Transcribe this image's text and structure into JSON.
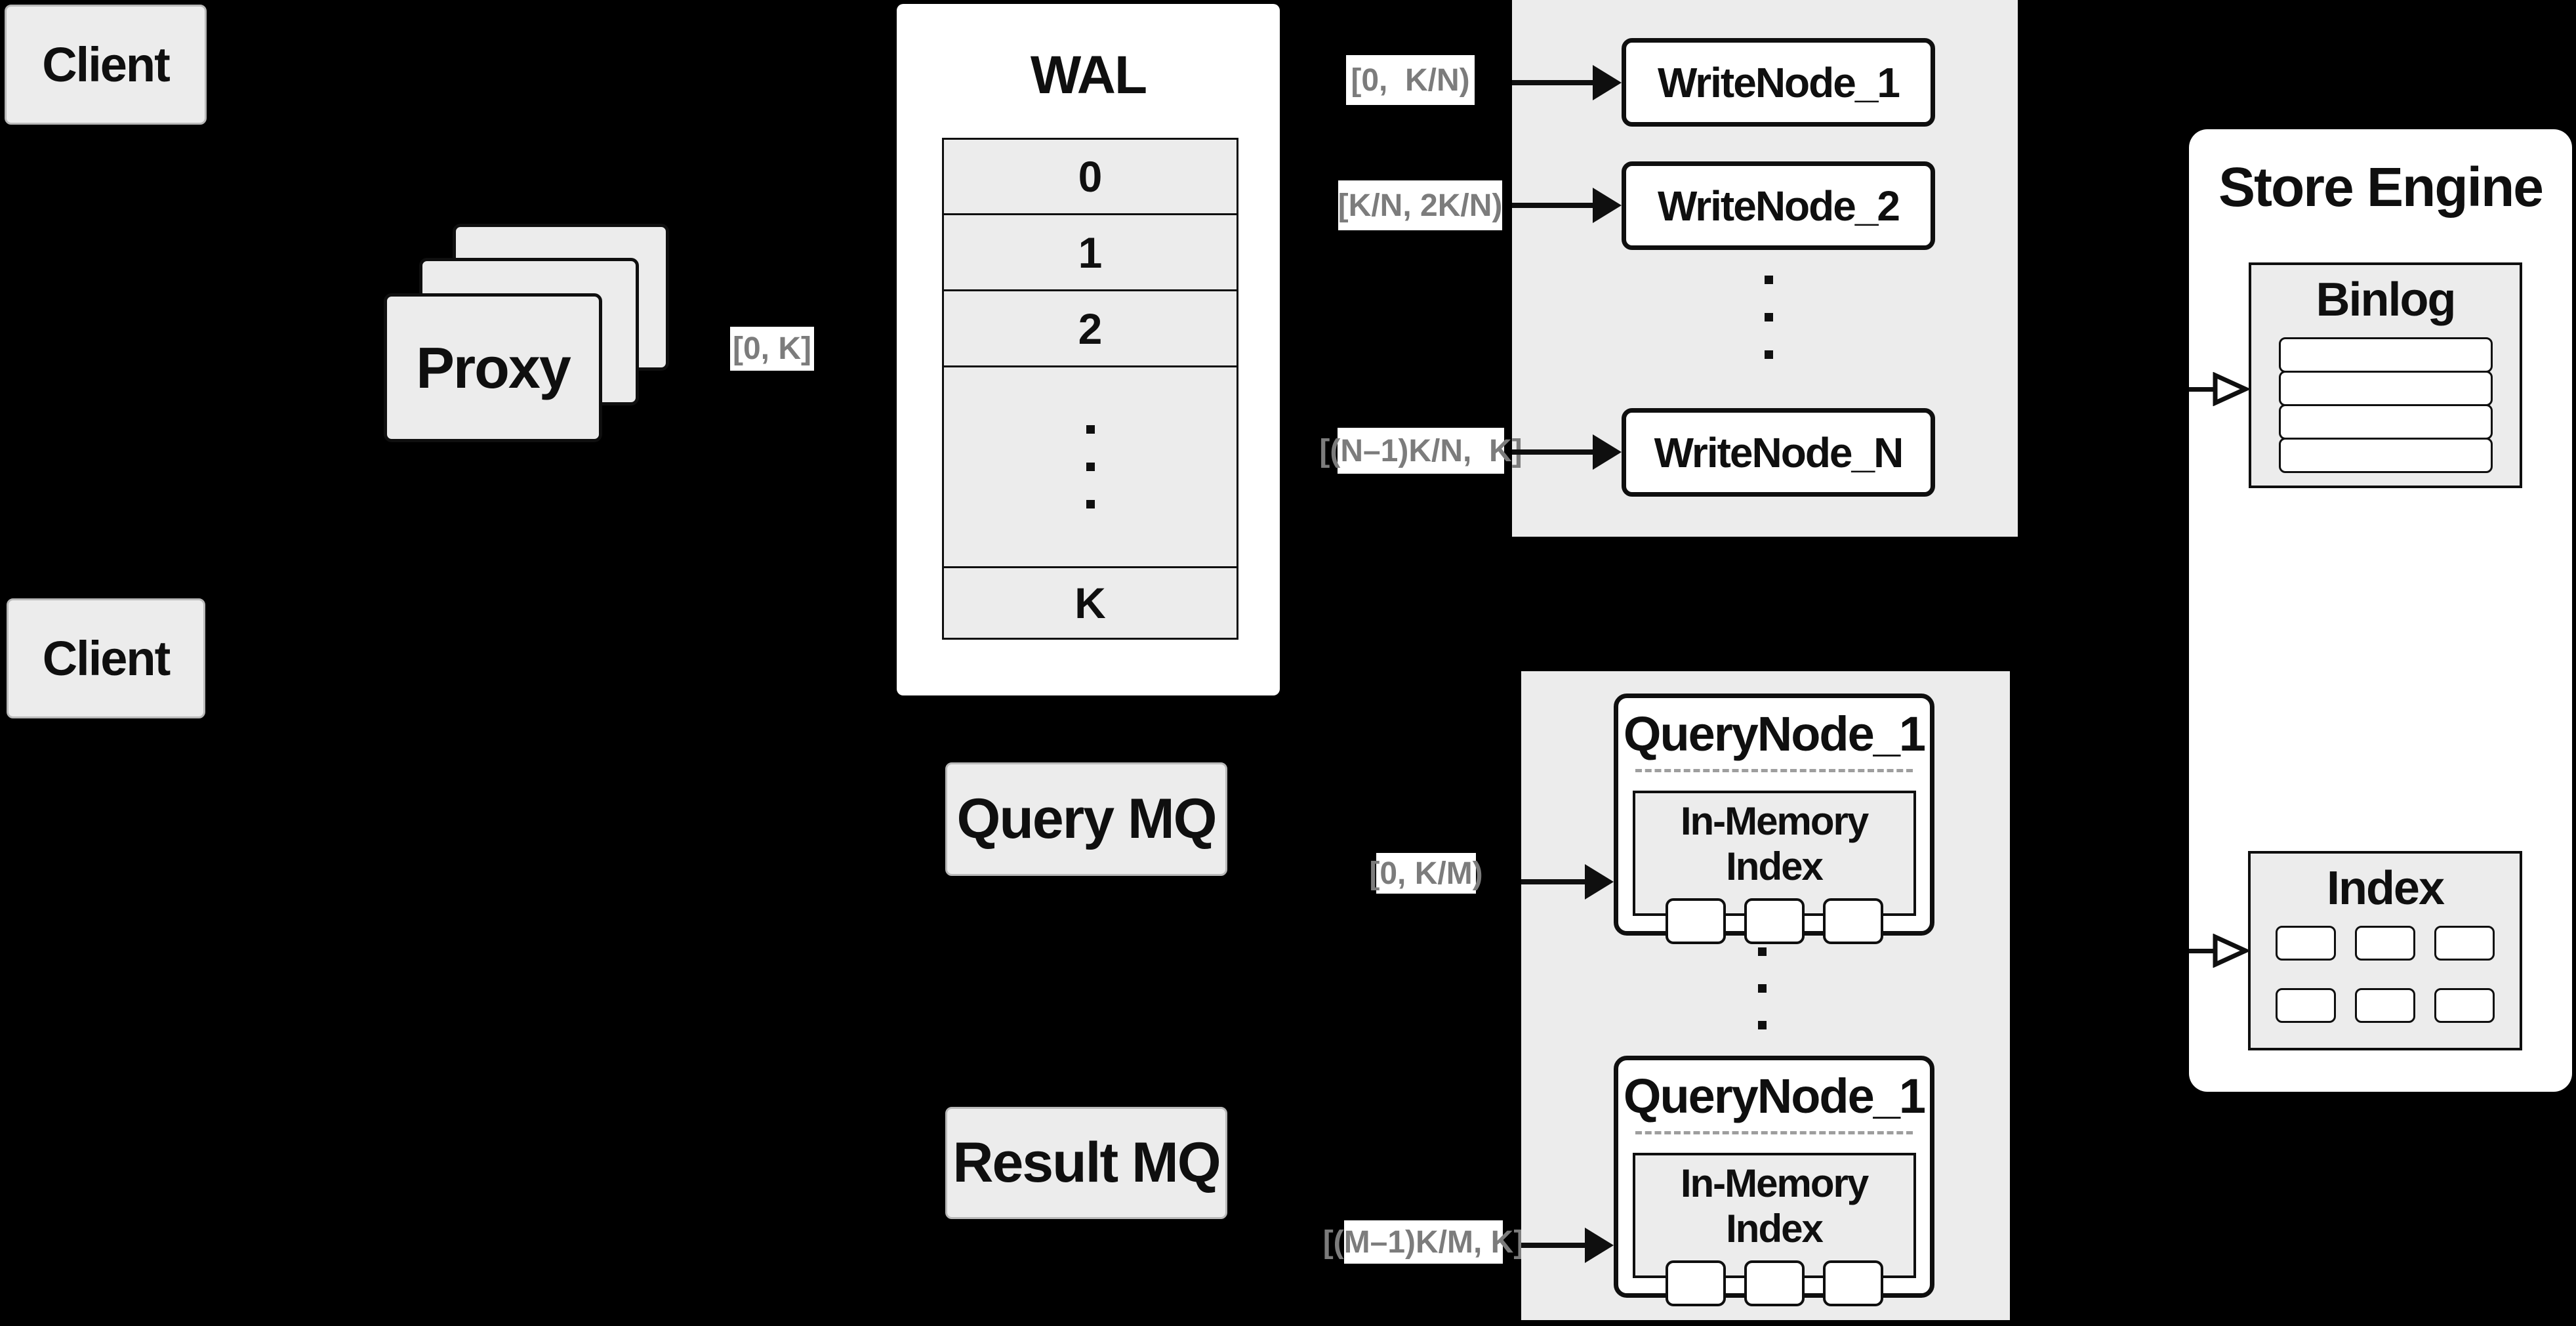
{
  "colors": {
    "background": "#000000",
    "box_fill": "#ececec",
    "node_fill": "#ffffff",
    "line": "#0f0f0f",
    "label_text": "#7c7c7c"
  },
  "client": {
    "top": "Client",
    "bottom": "Client"
  },
  "proxy": {
    "label": "Proxy",
    "range": "[0, K]"
  },
  "wal": {
    "title": "WAL",
    "row0": "0",
    "row1": "1",
    "row2": "2",
    "rowK": "K"
  },
  "write": {
    "label1": "[0,  K/N)",
    "label2": "[K/N, 2K/N)",
    "label3": "[(N–1)K/N,  K]",
    "node1": "WriteNode_1",
    "node2": "WriteNode_2",
    "node3": "WriteNode_N"
  },
  "query": {
    "query_mq": "Query MQ",
    "result_mq": "Result MQ",
    "label1": "[0, K/M)",
    "label2": "[(M–1)K/M, K]",
    "node1_title": "QueryNode_1",
    "node2_title": "QueryNode_1",
    "memory_title": "In-Memory Index"
  },
  "store": {
    "title": "Store Engine",
    "binlog": "Binlog",
    "index": "Index"
  }
}
